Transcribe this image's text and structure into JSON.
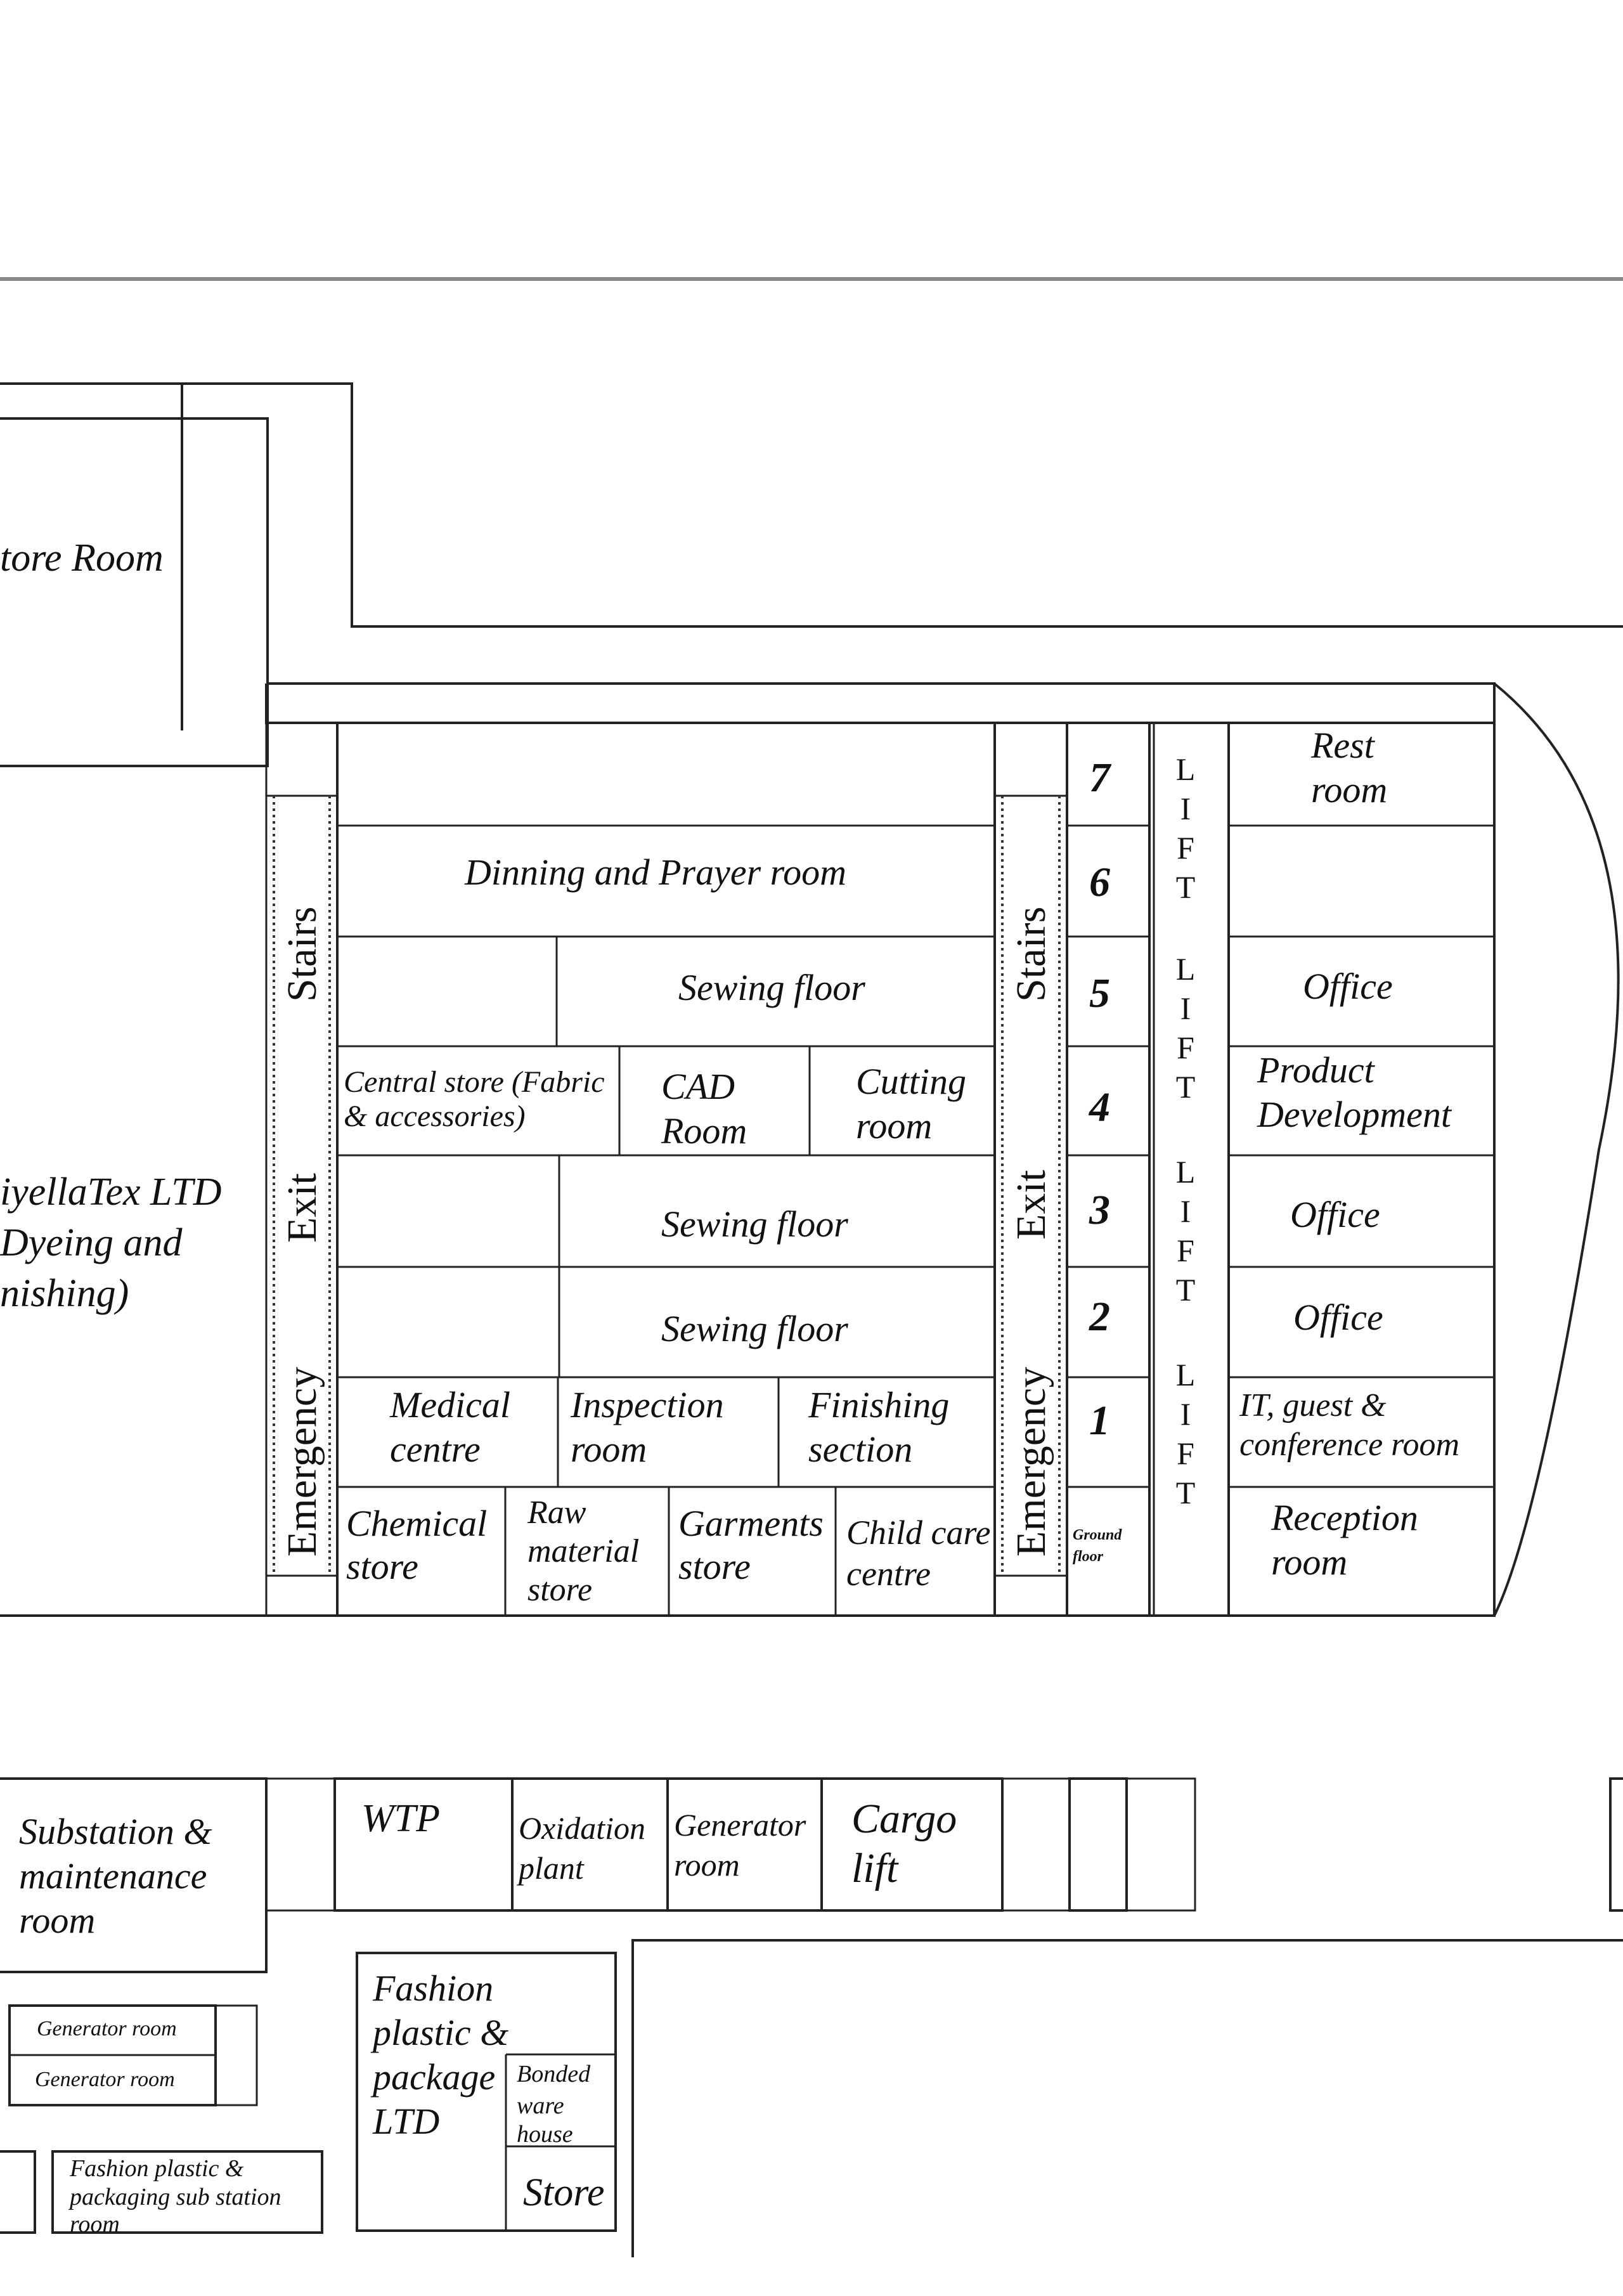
{
  "site": {
    "store_room": "tore Room",
    "tex_ltd": [
      "iyellaTex LTD",
      "Dyeing and",
      "nishing)"
    ]
  },
  "main_building": {
    "stairs_label": "Stairs",
    "exit_label": "Exit",
    "emergency_label": "Emergency",
    "lift_letters": [
      "L",
      "I",
      "F",
      "T"
    ],
    "floors": [
      "7",
      "6",
      "5",
      "4",
      "3",
      "2",
      "1"
    ],
    "ground_floor": [
      "Ground",
      "floor"
    ],
    "rooms": {
      "dinning": "Dinning and Prayer room",
      "sewing_5": "Sewing floor",
      "central_store": [
        "Central store (Fabric",
        "& accessories)"
      ],
      "cad": [
        "CAD",
        "Room"
      ],
      "cutting": [
        "Cutting",
        "room"
      ],
      "sewing_3": "Sewing floor",
      "sewing_2": "Sewing floor",
      "medical": [
        "Medical",
        "centre"
      ],
      "inspection": [
        "Inspection",
        "room"
      ],
      "finishing": [
        "Finishing",
        "section"
      ],
      "chemical": [
        "Chemical",
        "store"
      ],
      "raw_material": [
        "Raw",
        "material",
        "store"
      ],
      "garments_store": [
        "Garments",
        "store"
      ],
      "child_care": [
        "Child care",
        "centre"
      ],
      "rest": [
        "Rest",
        "room"
      ],
      "office_5": "Office",
      "product_dev": [
        "Product",
        "Development"
      ],
      "office_3": "Office",
      "office_2": "Office",
      "it_guest": [
        "IT, guest &",
        "conference room"
      ],
      "reception": [
        "Reception",
        "room"
      ]
    }
  },
  "utility_row": {
    "substation": [
      "Substation &",
      "maintenance",
      "room"
    ],
    "wtp": "WTP",
    "oxidation": [
      "Oxidation",
      "plant"
    ],
    "generator": [
      "Generator",
      "room"
    ],
    "cargo": [
      "Cargo",
      "lift"
    ]
  },
  "lower": {
    "generator_room_1": "Generator room",
    "generator_room_2": "Generator room",
    "fashion_plastic": [
      "Fashion",
      "plastic &",
      "package",
      "LTD"
    ],
    "bonded": [
      "Bonded",
      "ware",
      "house"
    ],
    "store": "Store",
    "substation_room": [
      "Fashion plastic &",
      "packaging sub station",
      "room"
    ]
  }
}
